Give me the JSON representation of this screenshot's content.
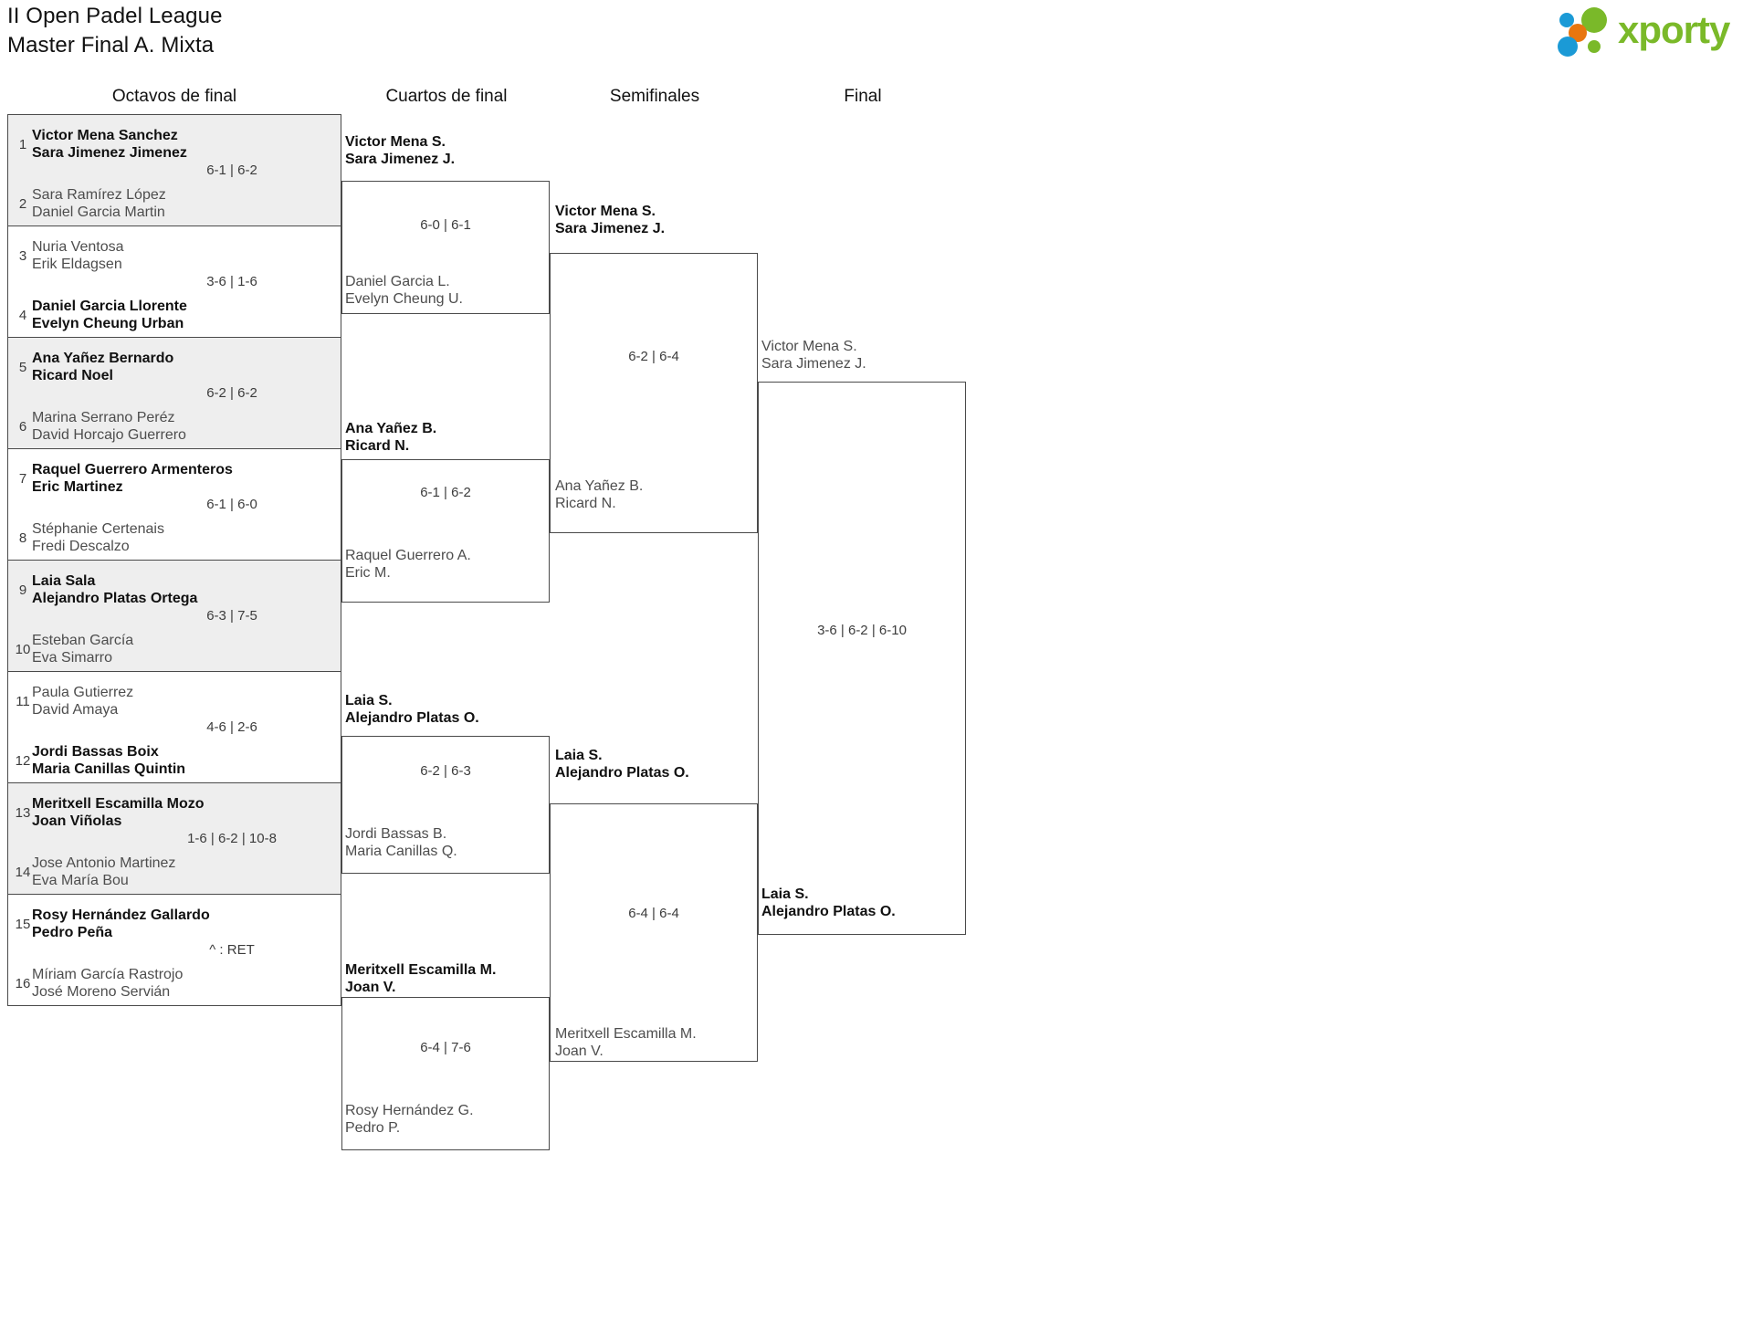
{
  "header": {
    "title_line1": "II Open Padel League",
    "title_line2": "Master Final A. Mixta",
    "logo_text": "xporty"
  },
  "rounds": [
    {
      "label": "Octavos de final"
    },
    {
      "label": "Cuartos de final"
    },
    {
      "label": "Semifinales"
    },
    {
      "label": "Final"
    }
  ],
  "round1": [
    {
      "seed_top": "1",
      "top_p1": "Victor Mena Sanchez",
      "top_p2": "Sara Jimenez Jimenez",
      "top_result": "win",
      "score": "6-1 | 6-2",
      "seed_bottom": "2",
      "bottom_p1": "Sara Ramírez López",
      "bottom_p2": "Daniel Garcia Martin",
      "bottom_result": "lose"
    },
    {
      "seed_top": "3",
      "top_p1": "Nuria Ventosa",
      "top_p2": "Erik Eldagsen",
      "top_result": "lose",
      "score": "3-6 | 1-6",
      "seed_bottom": "4",
      "bottom_p1": "Daniel Garcia Llorente",
      "bottom_p2": "Evelyn Cheung Urban",
      "bottom_result": "win"
    },
    {
      "seed_top": "5",
      "top_p1": "Ana Yañez Bernardo",
      "top_p2": "Ricard Noel",
      "top_result": "win",
      "score": "6-2 | 6-2",
      "seed_bottom": "6",
      "bottom_p1": "Marina Serrano Peréz",
      "bottom_p2": "David Horcajo Guerrero",
      "bottom_result": "lose"
    },
    {
      "seed_top": "7",
      "top_p1": "Raquel Guerrero Armenteros",
      "top_p2": "Eric Martinez",
      "top_result": "win",
      "score": "6-1 | 6-0",
      "seed_bottom": "8",
      "bottom_p1": "Stéphanie Certenais",
      "bottom_p2": "Fredi Descalzo",
      "bottom_result": "lose"
    },
    {
      "seed_top": "9",
      "top_p1": "Laia Sala",
      "top_p2": "Alejandro Platas Ortega",
      "top_result": "win",
      "score": "6-3 | 7-5",
      "seed_bottom": "10",
      "bottom_p1": "Esteban García",
      "bottom_p2": "Eva Simarro",
      "bottom_result": "lose"
    },
    {
      "seed_top": "11",
      "top_p1": "Paula Gutierrez",
      "top_p2": "David Amaya",
      "top_result": "lose",
      "score": "4-6 | 2-6",
      "seed_bottom": "12",
      "bottom_p1": "Jordi Bassas Boix",
      "bottom_p2": "Maria Canillas Quintin",
      "bottom_result": "win"
    },
    {
      "seed_top": "13",
      "top_p1": "Meritxell Escamilla Mozo",
      "top_p2": "Joan Viñolas",
      "top_result": "win",
      "score": "1-6 | 6-2 | 10-8",
      "seed_bottom": "14",
      "bottom_p1": "Jose Antonio Martinez",
      "bottom_p2": "Eva María Bou",
      "bottom_result": "lose"
    },
    {
      "seed_top": "15",
      "top_p1": "Rosy Hernández Gallardo",
      "top_p2": "Pedro Peña",
      "top_result": "win",
      "score": "^ : RET",
      "seed_bottom": "16",
      "bottom_p1": "Míriam García Rastrojo",
      "bottom_p2": "José Moreno Servián",
      "bottom_result": "lose"
    }
  ],
  "round2": [
    {
      "top_p1": "Victor Mena S.",
      "top_p2": "Sara Jimenez J.",
      "top_result": "win",
      "score": "6-0 | 6-1",
      "bottom_p1": "Daniel Garcia L.",
      "bottom_p2": "Evelyn Cheung U.",
      "bottom_result": "lose"
    },
    {
      "top_p1": "Ana Yañez B.",
      "top_p2": "Ricard N.",
      "top_result": "win",
      "score": "6-1 | 6-2",
      "bottom_p1": "Raquel Guerrero A.",
      "bottom_p2": "Eric M.",
      "bottom_result": "lose"
    },
    {
      "top_p1": "Laia S.",
      "top_p2": "Alejandro Platas O.",
      "top_result": "win",
      "score": "6-2 | 6-3",
      "bottom_p1": "Jordi Bassas B.",
      "bottom_p2": "Maria Canillas Q.",
      "bottom_result": "lose"
    },
    {
      "top_p1": "Meritxell Escamilla M.",
      "top_p2": "Joan V.",
      "top_result": "win",
      "score": "6-4 | 7-6",
      "bottom_p1": "Rosy Hernández G.",
      "bottom_p2": "Pedro P.",
      "bottom_result": "lose"
    }
  ],
  "round3": [
    {
      "top_p1": "Victor Mena S.",
      "top_p2": "Sara Jimenez J.",
      "top_result": "win",
      "score": "6-2 | 6-4",
      "bottom_p1": "Ana Yañez B.",
      "bottom_p2": "Ricard N.",
      "bottom_result": "lose"
    },
    {
      "top_p1": "Laia S.",
      "top_p2": "Alejandro Platas O.",
      "top_result": "win",
      "score": "6-4 | 6-4",
      "bottom_p1": "Meritxell Escamilla M.",
      "bottom_p2": "Joan V.",
      "bottom_result": "lose"
    }
  ],
  "round4": [
    {
      "top_p1": "Victor Mena S.",
      "top_p2": "Sara Jimenez J.",
      "top_result": "lose",
      "score": "3-6 | 6-2 | 6-10",
      "bottom_p1": "Laia S.",
      "bottom_p2": "Alejandro Platas O.",
      "bottom_result": "win"
    }
  ]
}
